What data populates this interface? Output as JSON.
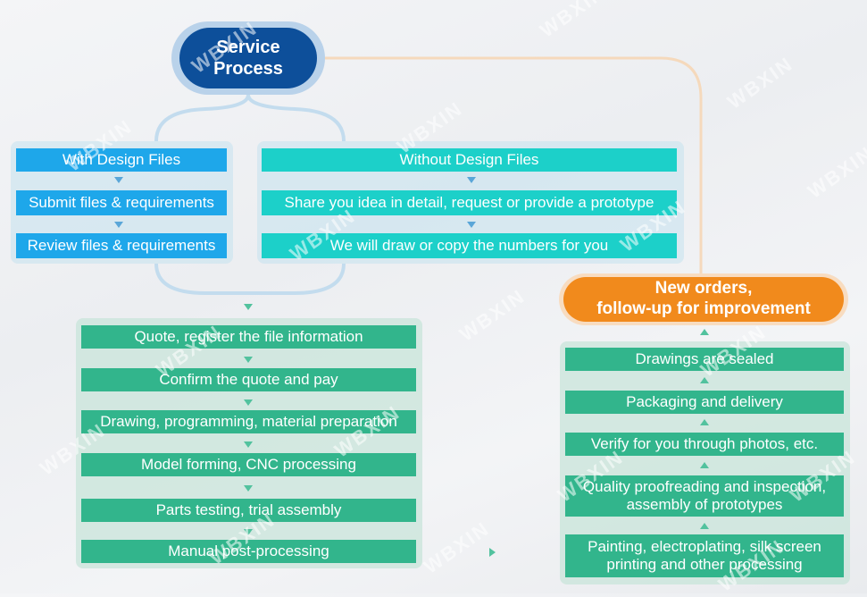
{
  "title": "Service\nProcess",
  "left_branch": {
    "header": "With Design Files",
    "steps": [
      "Submit files & requirements",
      "Review files & requirements"
    ]
  },
  "right_branch": {
    "header": "Without Design Files",
    "steps": [
      "Share you idea in detail, request or provide a prototype",
      "We will draw or copy the numbers for you"
    ]
  },
  "main_steps": [
    "Quote, register the file information",
    "Confirm the quote and pay",
    "Drawing, programming, material preparation",
    "Model forming, CNC processing",
    "Parts testing, trial assembly",
    "Manual post-processing"
  ],
  "followup": {
    "title": "New orders,\nfollow-up for improvement",
    "steps": [
      "Drawings are sealed",
      "Packaging and delivery",
      "Verify for you through photos, etc.",
      "Quality proofreading and inspection, assembly of prototypes",
      "Painting, electroplating, silk screen printing and other processing"
    ]
  },
  "watermark": "WBXIN",
  "colors": {
    "title_fill": "#0d4f9a",
    "blue_bar": "#1ea7ea",
    "cyan_bar": "#1cd0c9",
    "green_bar": "#32b58c",
    "orange_pill": "#f18a1c"
  }
}
